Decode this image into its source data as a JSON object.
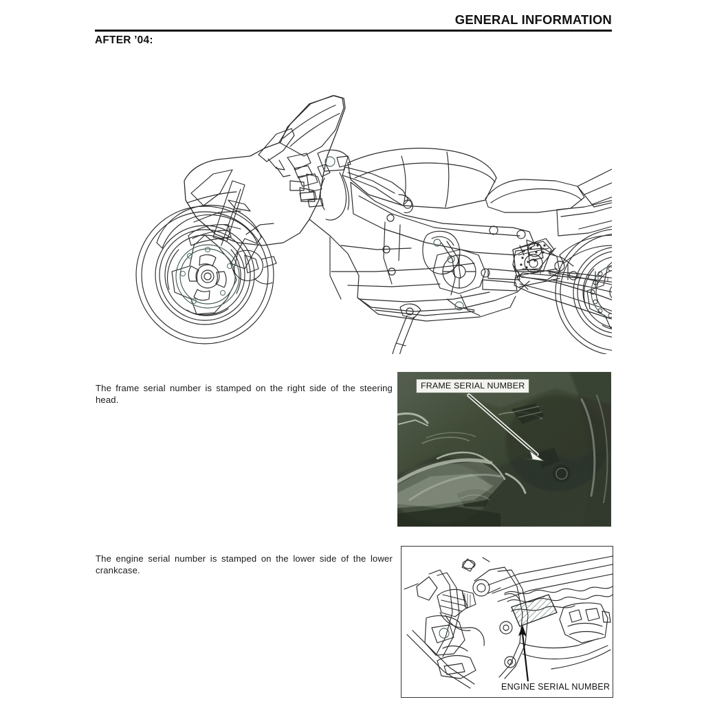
{
  "page": {
    "background_color": "#ffffff",
    "text_color": "#111111"
  },
  "header": {
    "title": "GENERAL INFORMATION",
    "rule_color": "#111111"
  },
  "section": {
    "title": "AFTER ’04:"
  },
  "figures": {
    "motorcycle": {
      "name": "motorcycle-side-view-line-drawing",
      "caption": "",
      "line_color": "#2b2b2b",
      "accent_color": "#4e6b5c"
    },
    "frame_photo": {
      "name": "frame-serial-number-photo",
      "label": "FRAME SERIAL NUMBER",
      "label_background": "#f2f2ee",
      "photo_tone": "#3e4a3c",
      "arrow": "white-outline-arrow-pointing-down-right"
    },
    "engine_figure": {
      "name": "engine-serial-number-illustration",
      "label": "ENGINE SERIAL NUMBER",
      "border_color": "#333333",
      "line_color": "#2b2b2b",
      "hatch_color": "#4e6b5c",
      "arrow": "black-arrow-pointing-up-to-hatched-pad"
    }
  },
  "body": {
    "frame_paragraph": "The frame serial number is stamped on the right side of the steering head.",
    "engine_paragraph": "The engine serial number is stamped on the lower side of the lower crankcase."
  }
}
